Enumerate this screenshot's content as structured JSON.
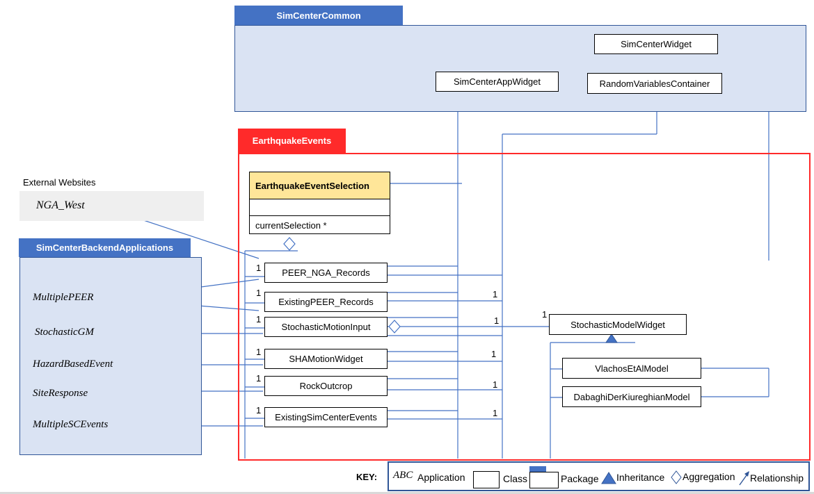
{
  "packages": {
    "common": "SimCenterCommon",
    "earthquake": "EarthquakeEvents",
    "backend": "SimCenterBackendApplications"
  },
  "external": {
    "label": "External Websites",
    "nga_west": "NGA_West"
  },
  "common_classes": {
    "widget": "SimCenterWidget",
    "app_widget": "SimCenterAppWidget",
    "rv_container": "RandomVariablesContainer"
  },
  "selection": {
    "title": "EarthquakeEventSelection",
    "attribute": "currentSelection *"
  },
  "event_classes": [
    "PEER_NGA_Records",
    "ExistingPEER_Records",
    "StochasticMotionInput",
    "SHAMotionWidget",
    "RockOutcrop",
    "ExistingSimCenterEvents"
  ],
  "stochastic": {
    "widget": "StochasticModelWidget",
    "vlachos": "VlachosEtAlModel",
    "dabaghi": "DabaghiDerKiureghianModel"
  },
  "backend_apps": [
    "MultiplePEER",
    "StochasticGM",
    "HazardBasedEvent",
    "SiteResponse",
    "MultipleSCEvents"
  ],
  "multiplicity": "1",
  "key": {
    "label": "KEY:",
    "app_glyph": "ABC",
    "application": "Application",
    "class": "Class",
    "package": "Package",
    "inheritance": "Inheritance",
    "aggregation": "Aggregation",
    "relationship": "Relationship"
  }
}
